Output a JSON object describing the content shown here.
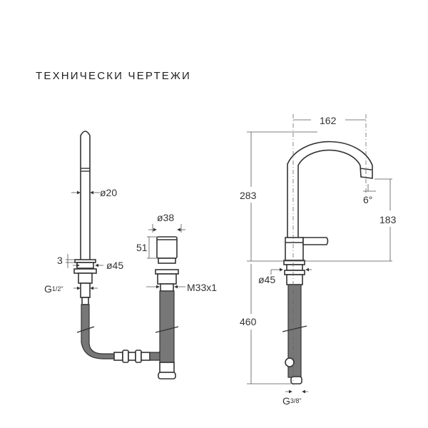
{
  "title": "ТЕХНИЧЕСКИ ЧЕРТЕЖИ",
  "left_drawing": {
    "spout_diameter": "ø20",
    "flange_thickness": "3",
    "flange_diameter": "ø45",
    "thread_main": "G",
    "thread_fraction": "1/2\"",
    "handle_diameter": "ø38",
    "handle_height": "51",
    "handle_thread": "M33x1"
  },
  "right_drawing": {
    "reach": "162",
    "height_above_deck": "283",
    "spout_outlet_height": "183",
    "spout_angle": "6°",
    "base_diameter": "ø45",
    "hose_length": "460",
    "thread_main": "G",
    "thread_fraction": "3/8\""
  }
}
